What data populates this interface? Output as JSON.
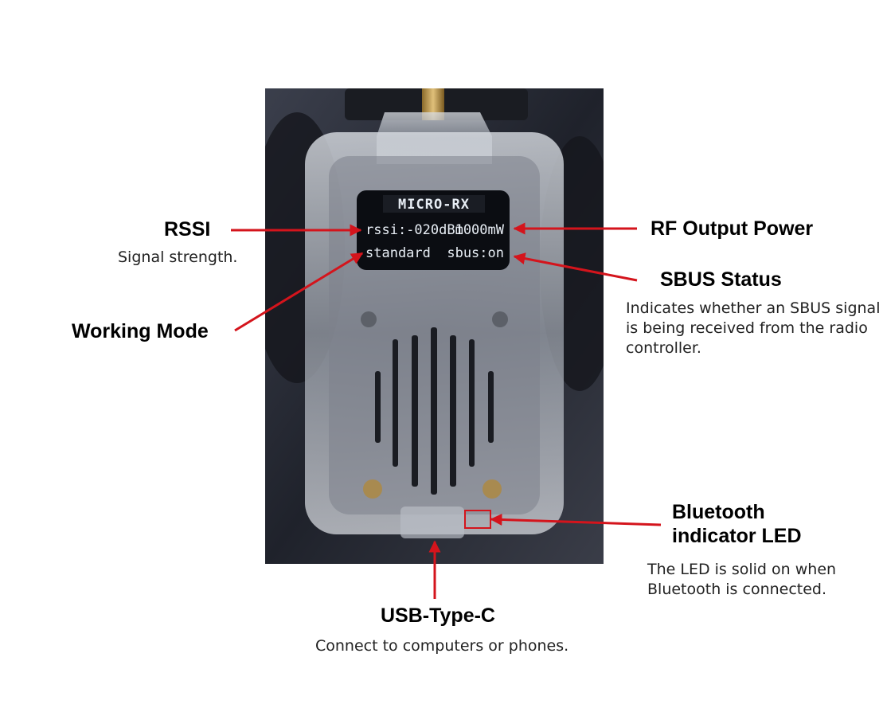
{
  "oled": {
    "header": "MICRO-RX",
    "rssi_reading": "rssi:-020dBm",
    "power_reading": "1000mW",
    "mode_reading": "standard",
    "sbus_reading": "sbus:on"
  },
  "callouts": {
    "rssi": {
      "title": "RSSI",
      "desc": "Signal strength."
    },
    "working_mode": {
      "title": "Working Mode"
    },
    "rf_power": {
      "title": "RF Output Power"
    },
    "sbus": {
      "title": "SBUS Status",
      "desc_lines": [
        "Indicates whether an SBUS signal",
        "is being received from the radio",
        "controller."
      ]
    },
    "bluetooth": {
      "title_lines": [
        "Bluetooth",
        "indicator LED"
      ],
      "desc_lines": [
        "The LED is solid on when",
        "Bluetooth is connected."
      ]
    },
    "usb": {
      "title": "USB-Type-C",
      "desc": "Connect to computers or phones."
    }
  },
  "colors": {
    "arrow": "#d4141c",
    "photo_bg": "#2a2d38",
    "oled_bg": "#0b0d12"
  }
}
